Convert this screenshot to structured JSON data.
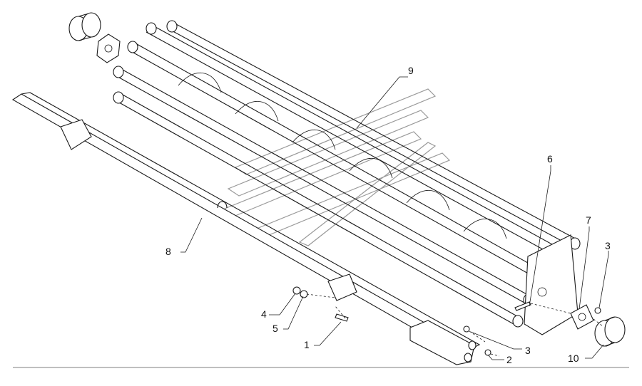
{
  "callouts": [
    {
      "id": "1",
      "text": "1"
    },
    {
      "id": "2",
      "text": "2"
    },
    {
      "id": "3a",
      "text": "3"
    },
    {
      "id": "3b",
      "text": "3"
    },
    {
      "id": "4",
      "text": "4"
    },
    {
      "id": "5",
      "text": "5"
    },
    {
      "id": "6",
      "text": "6"
    },
    {
      "id": "7",
      "text": "7"
    },
    {
      "id": "8",
      "text": "8"
    },
    {
      "id": "9",
      "text": "9"
    },
    {
      "id": "10",
      "text": "10"
    }
  ]
}
